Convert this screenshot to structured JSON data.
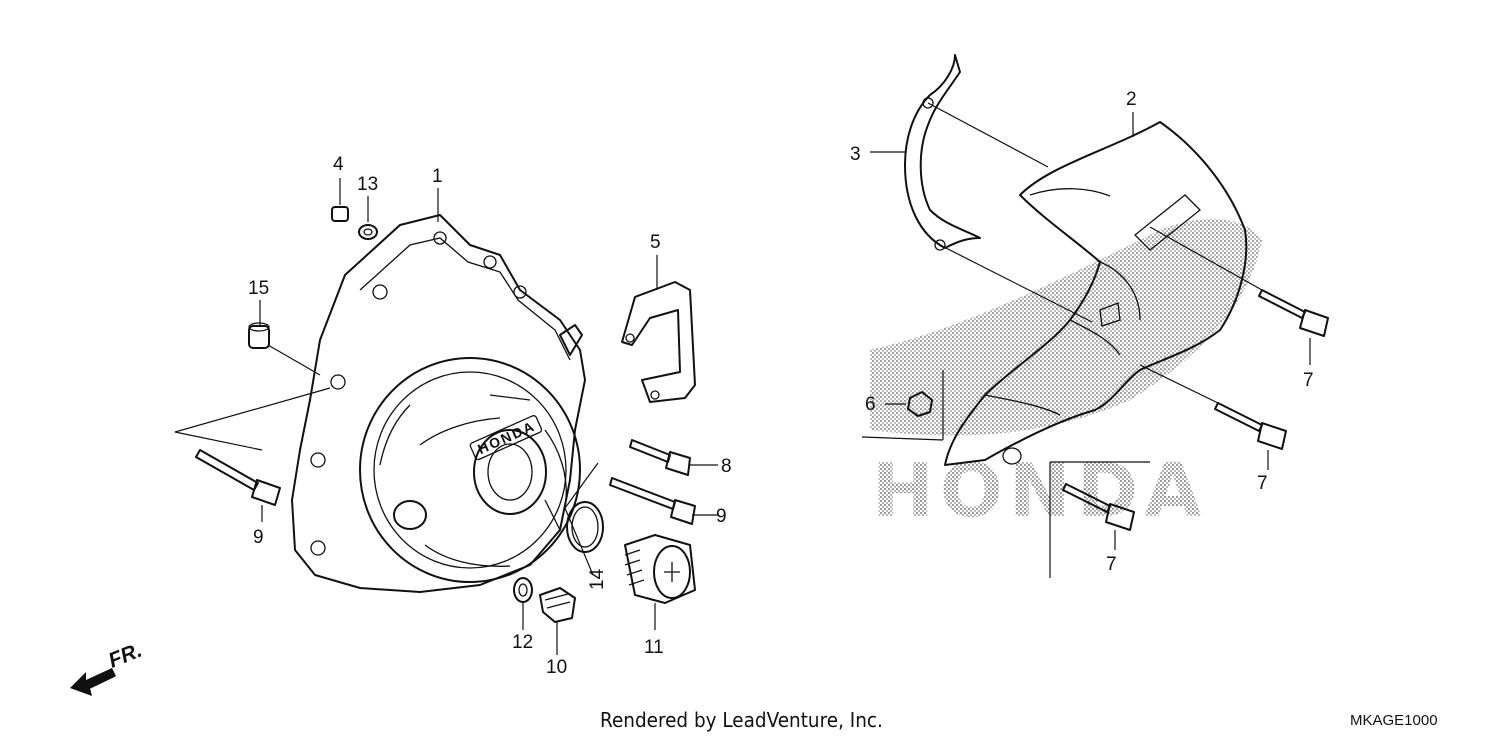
{
  "diagram": {
    "parts": [
      {
        "key": "p1",
        "number": "1"
      },
      {
        "key": "p2",
        "number": "2"
      },
      {
        "key": "p3",
        "number": "3"
      },
      {
        "key": "p4",
        "number": "4"
      },
      {
        "key": "p5",
        "number": "5"
      },
      {
        "key": "p6",
        "number": "6"
      },
      {
        "key": "p7",
        "number": "7"
      },
      {
        "key": "p8",
        "number": "8"
      },
      {
        "key": "p9",
        "number": "9"
      },
      {
        "key": "p10",
        "number": "10"
      },
      {
        "key": "p11",
        "number": "11"
      },
      {
        "key": "p12",
        "number": "12"
      },
      {
        "key": "p13",
        "number": "13"
      },
      {
        "key": "p14",
        "number": "14"
      },
      {
        "key": "p15",
        "number": "15"
      }
    ],
    "direction_tag": "FR.",
    "cover_brand": "HONDA",
    "watermark": "HONDA"
  },
  "footer": {
    "credit": "Rendered by LeadVenture, Inc.",
    "diagram_code": "MKAGE1000"
  },
  "colors": {
    "ink": "#111111",
    "watermark": "#9a9a9a",
    "background": "#ffffff"
  }
}
